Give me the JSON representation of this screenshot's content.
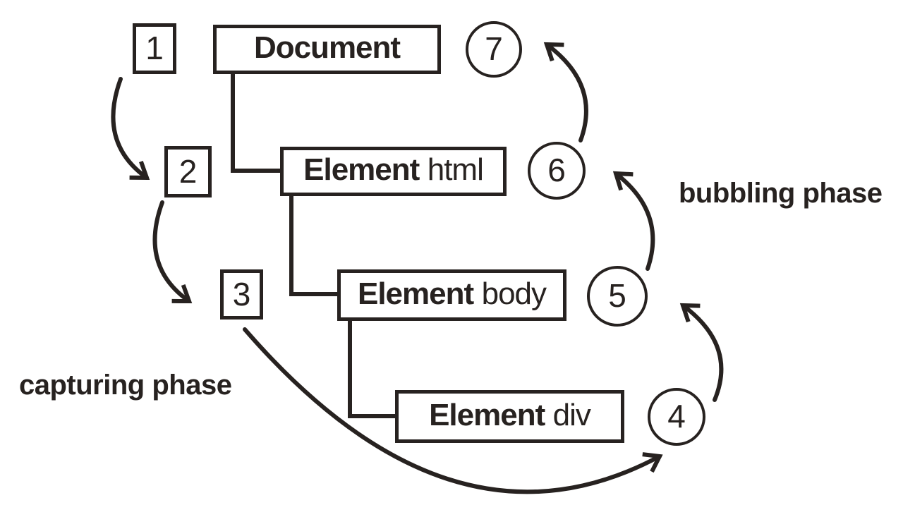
{
  "diagram": {
    "phases": {
      "capturing": "capturing phase",
      "bubbling": "bubbling phase"
    },
    "tree_nodes": [
      {
        "bold": "Document",
        "regular": ""
      },
      {
        "bold": "Element",
        "regular": "html"
      },
      {
        "bold": "Element",
        "regular": "body"
      },
      {
        "bold": "Element",
        "regular": "div"
      }
    ],
    "capture_steps": [
      {
        "label": "1"
      },
      {
        "label": "2"
      },
      {
        "label": "3"
      }
    ],
    "bubble_steps": [
      {
        "label": "4"
      },
      {
        "label": "5"
      },
      {
        "label": "6"
      },
      {
        "label": "7"
      }
    ],
    "colors": {
      "ink": "#272220",
      "background": "#ffffff"
    }
  }
}
